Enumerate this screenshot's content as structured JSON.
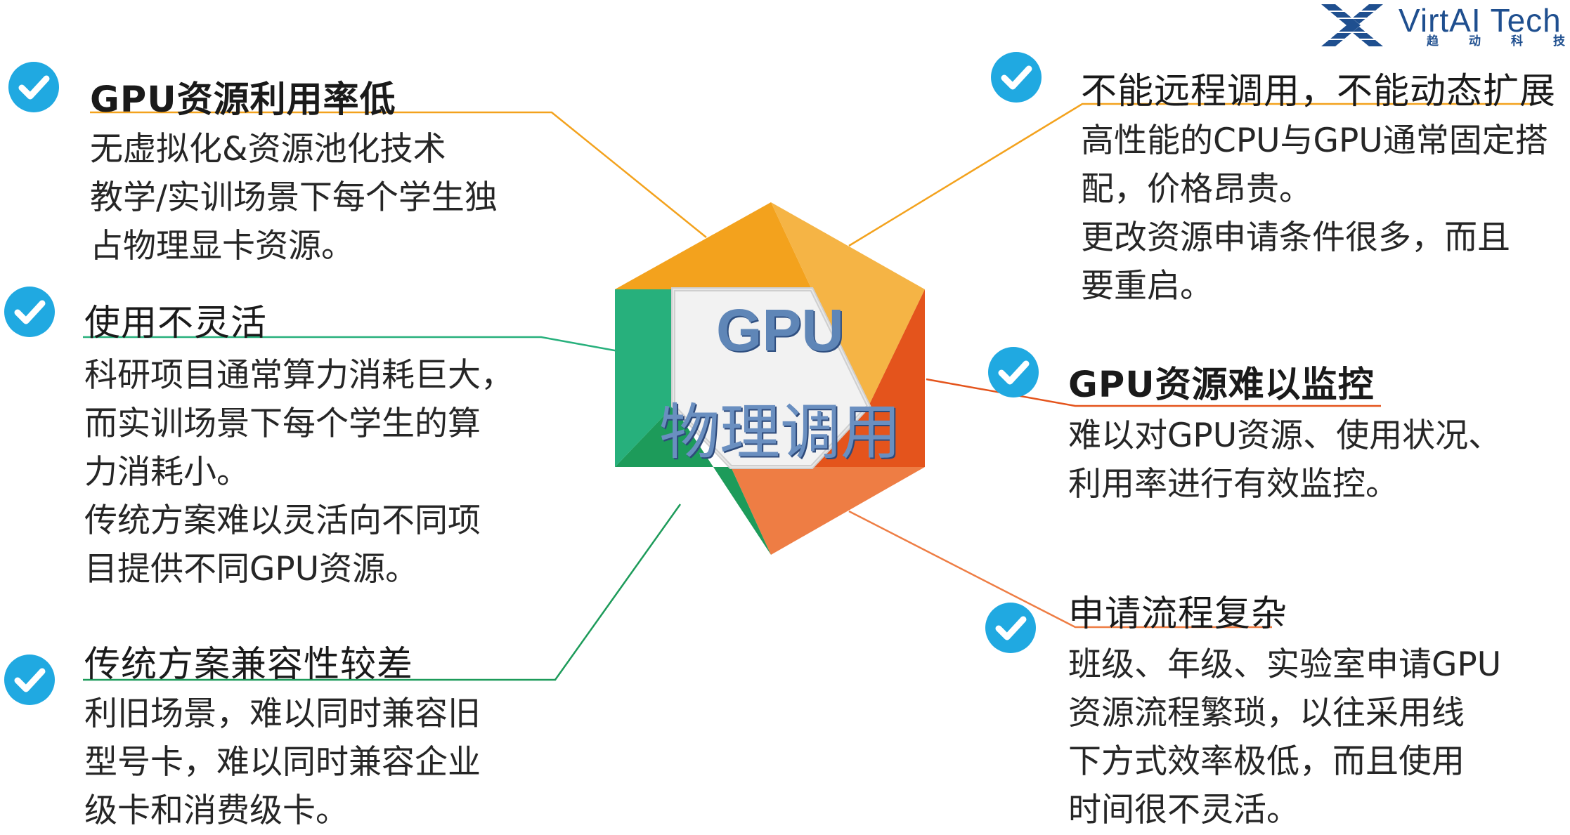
{
  "logo": {
    "name": "VirtAI Tech",
    "subtitle": "趋动科技"
  },
  "center": {
    "line1": "GPU",
    "line2": "物理调用"
  },
  "colors": {
    "check": "#20a9e1",
    "yellow": "#f3a21d",
    "orange_red": "#e4541c",
    "orange": "#ee7d44",
    "green_light": "#27b07c",
    "green_dark": "#1d9b5a",
    "logo_blue": "#1f4f8f"
  },
  "left_items": [
    {
      "title": "GPU资源利用率低",
      "lines": [
        "无虚拟化&资源池化技术",
        "教学/实训场景下每个学生独",
        "占物理显卡资源。"
      ]
    },
    {
      "title": "使用不灵活",
      "lines": [
        "科研项目通常算力消耗巨大，",
        "而实训场景下每个学生的算",
        "力消耗小。",
        "传统方案难以灵活向不同项",
        "目提供不同GPU资源。"
      ]
    },
    {
      "title": "传统方案兼容性较差",
      "lines": [
        "利旧场景，难以同时兼容旧",
        "型号卡，难以同时兼容企业",
        "级卡和消费级卡。"
      ]
    }
  ],
  "right_items": [
    {
      "title": "不能远程调用，不能动态扩展",
      "lines": [
        "高性能的CPU与GPU通常固定搭",
        "配，价格昂贵。",
        "更改资源申请条件很多，而且",
        "要重启。"
      ]
    },
    {
      "title": "GPU资源难以监控",
      "lines": [
        "难以对GPU资源、使用状况、",
        "利用率进行有效监控。"
      ]
    },
    {
      "title": "申请流程复杂",
      "lines": [
        "班级、年级、实验室申请GPU",
        "资源流程繁琐，以往采用线",
        "下方式效率极低，而且使用",
        "时间很不灵活。"
      ]
    }
  ]
}
